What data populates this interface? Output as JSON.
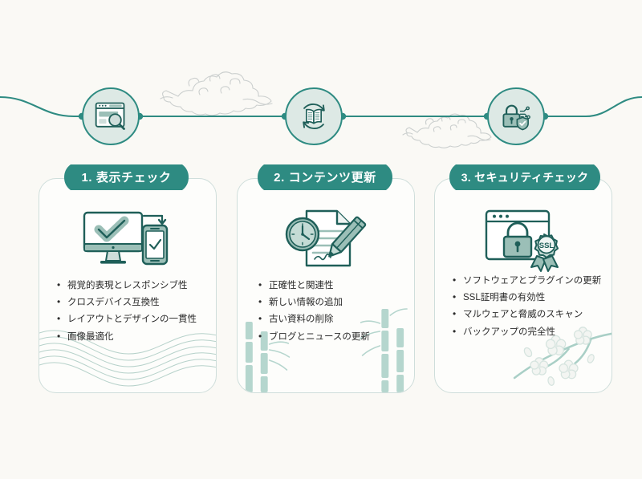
{
  "page": {
    "background_color": "#faf9f5",
    "accent_color": "#2e8b82",
    "accent_dark": "#1f5f59",
    "icon_fill": "#9bbfb7",
    "card_background": "#fdfdfb",
    "card_border_color": "#cfdedb",
    "node_fill": "#dde9e5",
    "text_color": "#2b2b2b",
    "pill_text_color": "#ffffff"
  },
  "timeline": {
    "nodes": [
      {
        "id": 1,
        "icon": "browser-search-icon",
        "label": "表示チェック"
      },
      {
        "id": 2,
        "icon": "book-refresh-icon",
        "label": "コンテンツ更新"
      },
      {
        "id": 3,
        "icon": "lock-shield-icon",
        "label": "セキュリティチェック"
      }
    ],
    "decorations": [
      "cloud-motif",
      "cloud-motif"
    ]
  },
  "cards": [
    {
      "number": "1.",
      "title": "1. 表示チェック",
      "icon": "desktop-mobile-check-icon",
      "decoration": "wave-pattern",
      "items": [
        "視覚的表現とレスポンシブ性",
        "クロスデバイス互換性",
        "レイアウトとデザインの一貫性",
        "画像最適化"
      ]
    },
    {
      "number": "2.",
      "title": "2. コンテンツ更新",
      "icon": "clock-document-pencil-icon",
      "decoration": "bamboo-pattern",
      "items": [
        "正確性と関連性",
        "新しい情報の追加",
        "古い資料の削除",
        "ブログとニュースの更新"
      ]
    },
    {
      "number": "3.",
      "title": "3. セキュリティチェック",
      "icon": "browser-lock-ssl-icon",
      "decoration": "cherry-blossom-pattern",
      "items": [
        "ソフトウェアとプラグインの更新",
        "SSL証明書の有効性",
        "マルウェアと脅威のスキャン",
        "バックアップの完全性"
      ],
      "badge_text": "SSL"
    }
  ]
}
